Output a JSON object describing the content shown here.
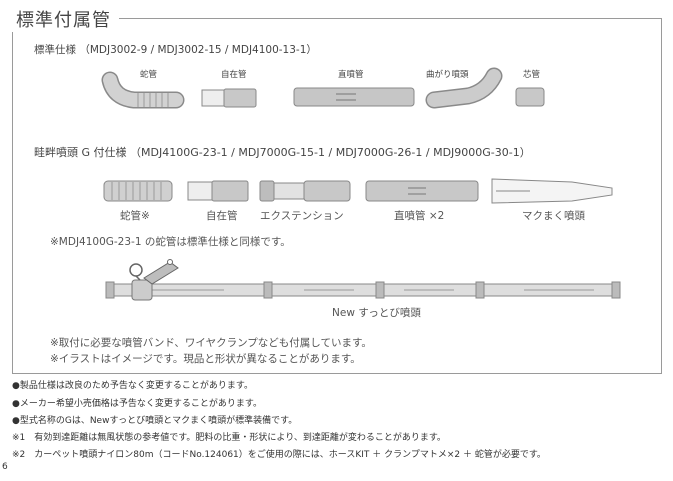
{
  "title": "標準付属管",
  "standard": {
    "heading": "標準仕様 （MDJ3002-9 / MDJ3002-15 / MDJ4100-13-1）",
    "parts": [
      "蛇管",
      "自在管",
      "直噴管",
      "曲がり噴頭",
      "芯管"
    ]
  },
  "g_spec": {
    "heading": "畦畔噴頭 G 付仕様 （MDJ4100G-23-1 / MDJ7000G-15-1 / MDJ7000G-26-1 / MDJ9000G-30-1）",
    "parts": [
      "蛇管※",
      "自在管",
      "エクステンション",
      "直噴管 ×2",
      "マクまく噴頭"
    ],
    "note": "※MDJ4100G-23-1 の蛇管は標準仕様と同様です。",
    "sutto_label": "New すっとび噴頭",
    "notes": [
      "※取付に必要な噴管バンド、ワイヤクランプなども付属しています。",
      "※イラストはイメージです。現品と形状が異なることがあります。"
    ]
  },
  "footnotes": [
    "●製品仕様は改良のため予告なく変更することがあります。",
    "●メーカー希望小売価格は予告なく変更することがあります。",
    "●型式名称のGは、Newすっとび噴頭とマクまく噴頭が標準装備です。",
    "※1　有効到達距離は無風状態の参考値です。肥料の比重・形状により、到達距離が変わることがあります。",
    "※2　カーペット噴頭ナイロン80m（コードNo.124061）をご使用の際には、ホースKIT ＋ クランプマトメ×2 ＋ 蛇管が必要です。"
  ],
  "page_number": "6",
  "colors": {
    "pipe": "#c9c9c9",
    "pipe_dark": "#8a8a8a",
    "frame": "#9a9a9a"
  }
}
